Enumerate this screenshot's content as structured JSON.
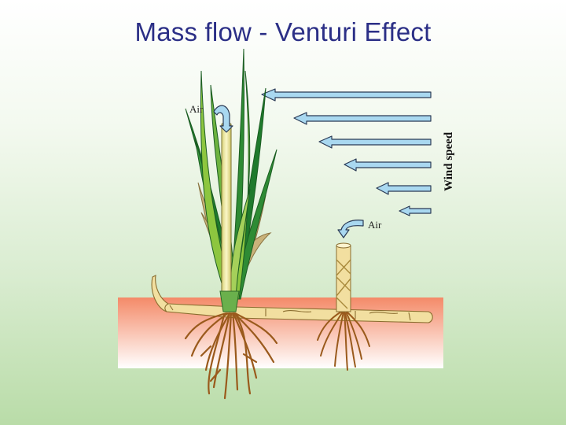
{
  "title": "Mass flow - Venturi Effect",
  "labels": {
    "air_top": "Air",
    "air_stub": "Air",
    "wind_speed": "Wind speed"
  },
  "colors": {
    "title": "#2b2f86",
    "arrow_fill": "#a9d8f0",
    "soil_top": "#f48a68",
    "soil_bottom": "#ffffff",
    "leaf_dark": "#1f7a2c",
    "leaf_light": "#8dc63f",
    "leaf_dead": "#c9b27a",
    "root": "#9a5a1c",
    "rhizome": "#f2dfa0"
  },
  "icons": [
    "air-flow-arrow-icon",
    "wind-arrow-icon"
  ]
}
